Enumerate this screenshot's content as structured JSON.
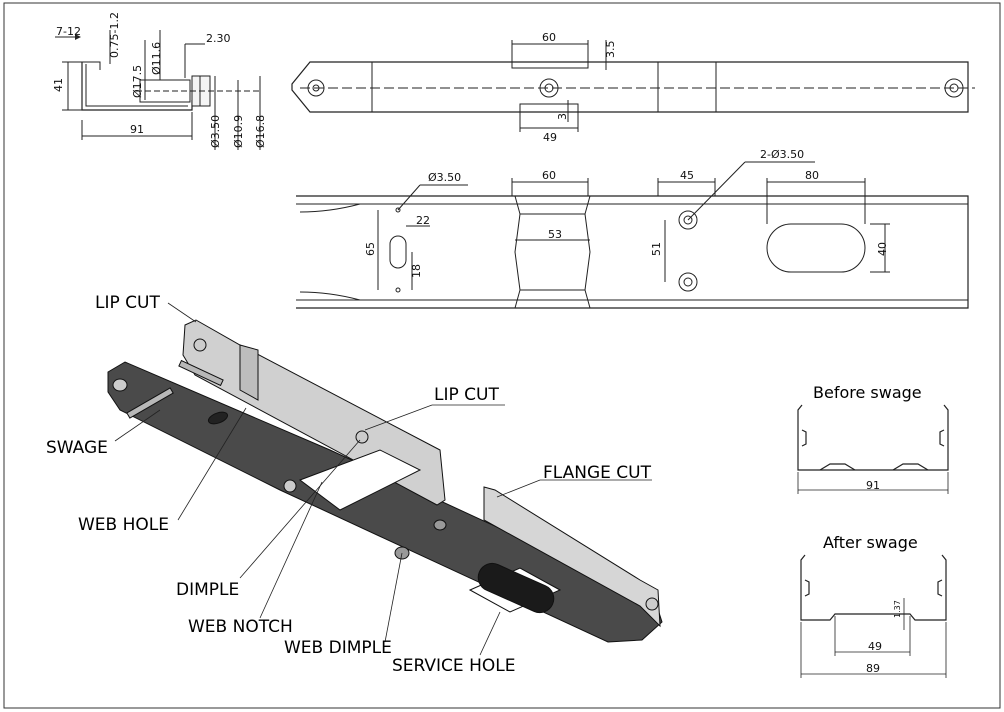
{
  "section_view": {
    "dims": [
      "7-12",
      "0.75-1.2",
      "11.6",
      "17.5",
      "2.30",
      "41",
      "3.50",
      "10.9",
      "16.8",
      "91"
    ],
    "dia": "Ø"
  },
  "top_view": {
    "dims": [
      "60",
      "3.5",
      "49",
      "3"
    ]
  },
  "bottom_view": {
    "dims": [
      "3.50",
      "60",
      "45",
      "2-",
      "3.50",
      "80",
      "22",
      "65",
      "18",
      "53",
      "51",
      "40"
    ]
  },
  "callouts": {
    "lip_cut_1": "LIP CUT",
    "lip_cut_2": "LIP CUT",
    "swage": "SWAGE",
    "flange_cut": "FLANGE CUT",
    "web_hole": "WEB HOLE",
    "dimple": "DIMPLE",
    "web_notch": "WEB NOTCH",
    "web_dimple": "WEB DIMPLE",
    "service_hole": "SERVICE HOLE"
  },
  "before_swage": {
    "title": "Before swage",
    "width": "91"
  },
  "after_swage": {
    "title": "After swage",
    "depth": "1.37",
    "inner": "49",
    "width": "89"
  },
  "colors": {
    "steel_dark": "#4a4a4a",
    "steel_light": "#d4d4d4",
    "line": "#222222"
  }
}
